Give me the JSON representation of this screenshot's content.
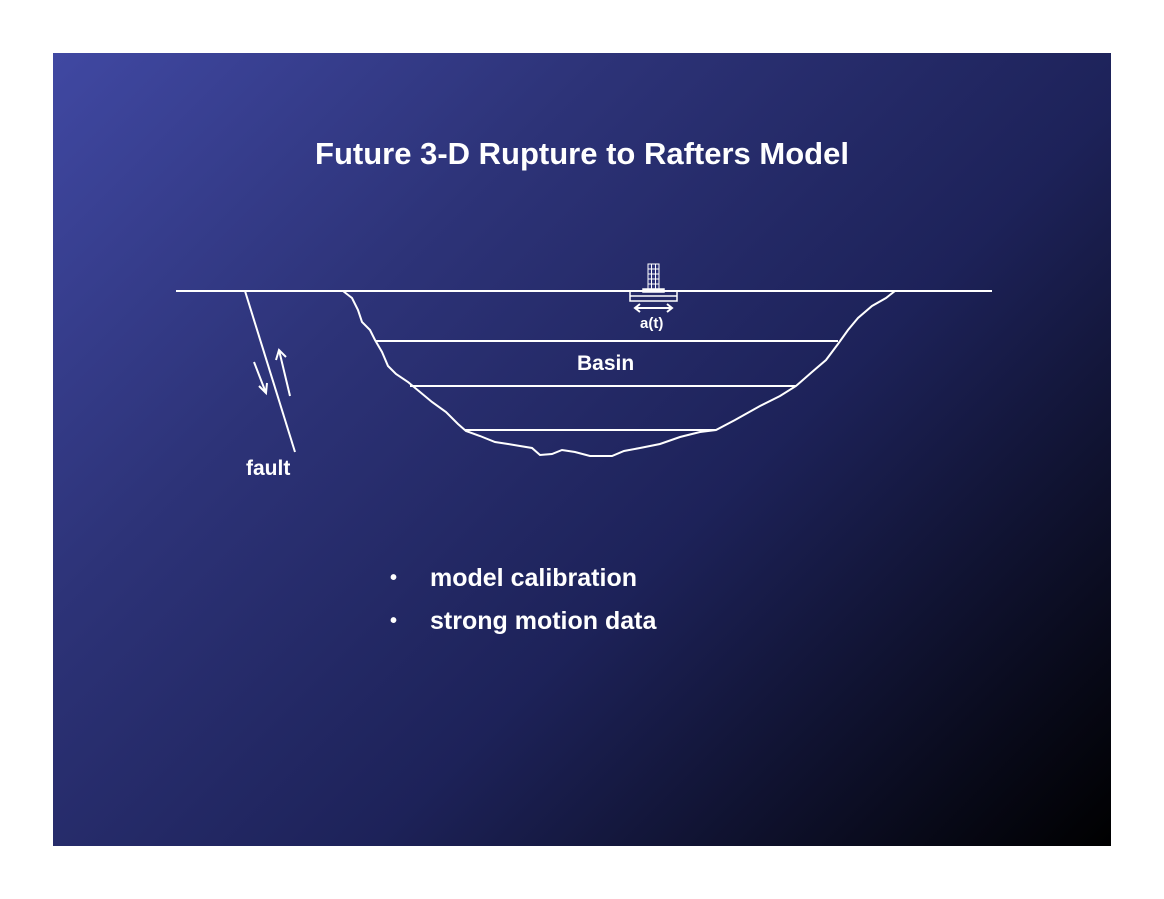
{
  "title": "Future 3-D Rupture to Rafters Model",
  "diagram": {
    "labels": {
      "acceleration": "a(t)",
      "basin": "Basin",
      "fault": "fault"
    },
    "icons": [
      "building-icon",
      "foundation-icon",
      "double-arrow-icon",
      "fault-slip-arrows-icon"
    ]
  },
  "bullets": [
    "model calibration",
    "strong motion data"
  ],
  "colors": {
    "background_start": "#4048a2",
    "background_end": "#000000",
    "text": "#ffffff"
  }
}
